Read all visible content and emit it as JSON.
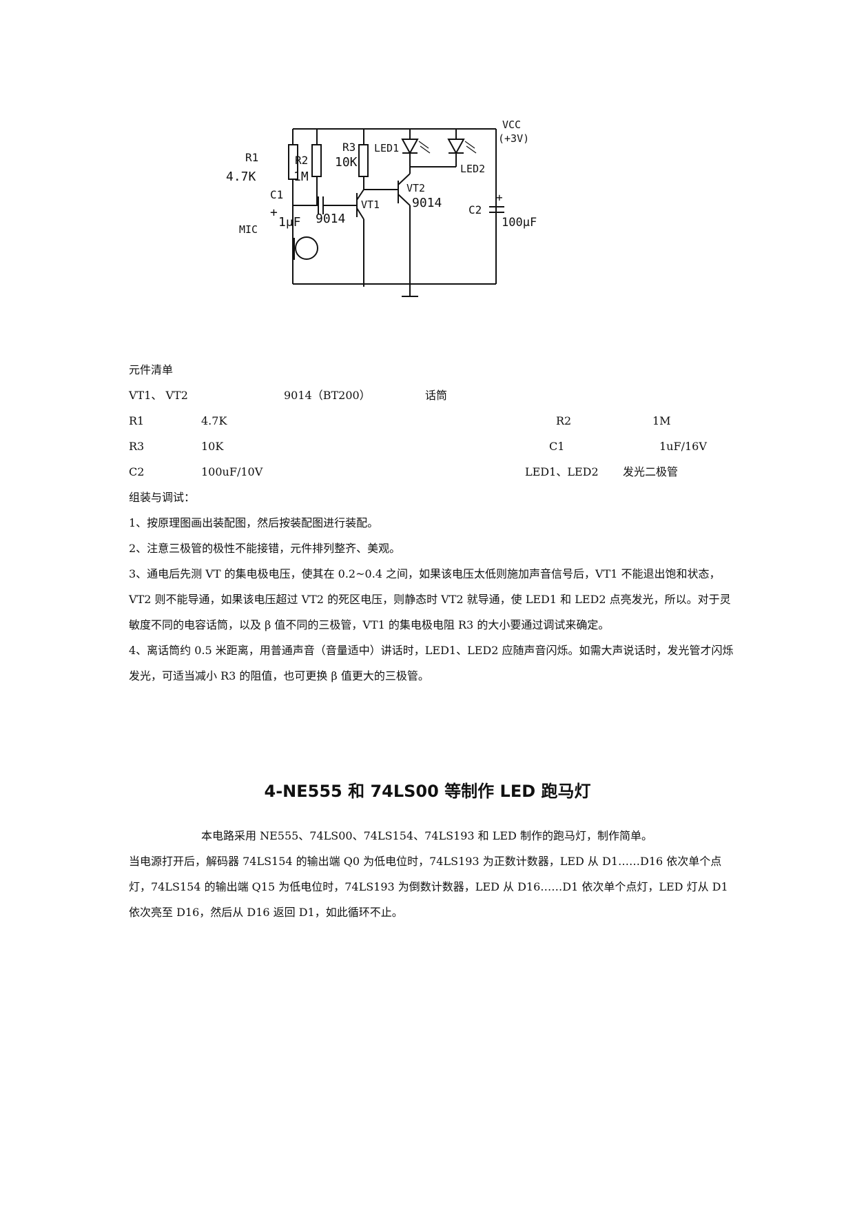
{
  "schematic": {
    "labels": {
      "vcc": "VCC",
      "vcc_value": "(+3V)",
      "r1": "R1",
      "r1_value": "4.7K",
      "r2": "R2",
      "r2_value": "1M",
      "r3": "R3",
      "r3_value": "10K",
      "led1": "LED1",
      "led2": "LED2",
      "c1": "C1",
      "c1_plus": "+",
      "c1_value": "1μF",
      "vt1_part": "9014",
      "vt1": "VT1",
      "vt2": "VT2",
      "vt2_part": "9014",
      "c2": "C2",
      "c2_plus": "+",
      "c2_value": "100μF",
      "mic": "MIC"
    }
  },
  "parts_list": {
    "heading": "元件清单",
    "rows": [
      [
        "VT1、 VT2",
        "9014（BT200）",
        "话筒"
      ],
      [
        "R1",
        "4.7K",
        "R2",
        "1M"
      ],
      [
        "R3",
        "10K",
        "C1",
        "1uF/16V"
      ],
      [
        "C2",
        "100uF/10V",
        "LED1、LED2",
        "发光二极管"
      ]
    ]
  },
  "assembly": {
    "heading": "组装与调试：",
    "steps": [
      "1、按原理图画出装配图，然后按装配图进行装配。",
      "2、注意三极管的极性不能接错，元件排列整齐、美观。",
      "3、通电后先测 VT 的集电极电压，使其在 0.2~0.4 之间，如果该电压太低则施加声音信号后，VT1 不能退出饱和状态，VT2 则不能导通，如果该电压超过 VT2 的死区电压，则静态时 VT2 就导通，使 LED1 和 LED2 点亮发光，所以。对于灵敏度不同的电容话筒，以及 β 值不同的三极管，VT1 的集电极电阻 R3 的大小要通过调试来确定。",
      "4、离话筒约 0.5 米距离，用普通声音（音量适中）讲话时，LED1、LED2 应随声音闪烁。如需大声说话时，发光管才闪烁发光，可适当减小 R3 的阻值，也可更换 β 值更大的三极管。"
    ]
  },
  "section2": {
    "title": "4-NE555 和 74LS00 等制作 LED 跑马灯",
    "intro": "本电路采用 NE555、74LS00、74LS154、74LS193 和 LED 制作的跑马灯，制作简单。",
    "body": "当电源打开后，解码器 74LS154 的输出端 Q0 为低电位时，74LS193 为正数计数器，LED 从 D1……D16 依次单个点灯，74LS154 的输出端 Q15 为低电位时，74LS193 为倒数计数器，LED 从 D16……D1 依次单个点灯，LED 灯从 D1 依次亮至 D16，然后从 D16 返回 D1，如此循环不止。"
  }
}
